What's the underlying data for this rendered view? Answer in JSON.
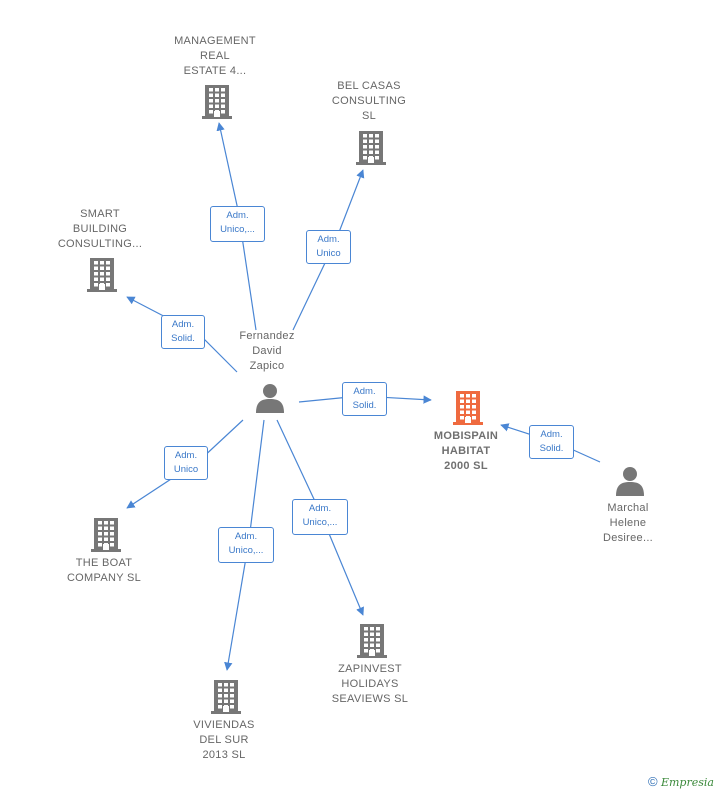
{
  "colors": {
    "edge": "#4a86d4",
    "building": "#777777",
    "highlight": "#ef6a3f",
    "person": "#777777"
  },
  "nodes": [
    {
      "id": "mgmt",
      "type": "company",
      "label": "MANAGEMENT\nREAL\nESTATE 4..."
    },
    {
      "id": "belcasas",
      "type": "company",
      "label": "BEL CASAS\nCONSULTING\nSL"
    },
    {
      "id": "smart",
      "type": "company",
      "label": "SMART\nBUILDING\nCONSULTING..."
    },
    {
      "id": "fernandez",
      "type": "person",
      "label": "Fernandez\nDavid\nZapico"
    },
    {
      "id": "mobispain",
      "type": "company",
      "highlight": true,
      "label": "MOBISPAIN\nHABITAT\n2000  SL"
    },
    {
      "id": "marchal",
      "type": "person",
      "label": "Marchal\nHelene\nDesiree..."
    },
    {
      "id": "boat",
      "type": "company",
      "label": "THE BOAT\nCOMPANY  SL"
    },
    {
      "id": "zapinvest",
      "type": "company",
      "label": "ZAPINVEST\nHOLIDAYS\nSEAVIEWS  SL"
    },
    {
      "id": "viviendas",
      "type": "company",
      "label": "VIVIENDAS\nDEL SUR\n2013 SL"
    }
  ],
  "edges": [
    {
      "from": "fernandez",
      "to": "mgmt",
      "label": "Adm.\nUnico,..."
    },
    {
      "from": "fernandez",
      "to": "belcasas",
      "label": "Adm.\nUnico"
    },
    {
      "from": "fernandez",
      "to": "smart",
      "label": "Adm.\nSolid."
    },
    {
      "from": "fernandez",
      "to": "mobispain",
      "label": "Adm.\nSolid."
    },
    {
      "from": "marchal",
      "to": "mobispain",
      "label": "Adm.\nSolid."
    },
    {
      "from": "fernandez",
      "to": "boat",
      "label": "Adm.\nUnico"
    },
    {
      "from": "fernandez",
      "to": "zapinvest",
      "label": "Adm.\nUnico,..."
    },
    {
      "from": "fernandez",
      "to": "viviendas",
      "label": "Adm.\nUnico,..."
    }
  ],
  "footer": {
    "copyright": "©",
    "brand": "Empresia"
  }
}
